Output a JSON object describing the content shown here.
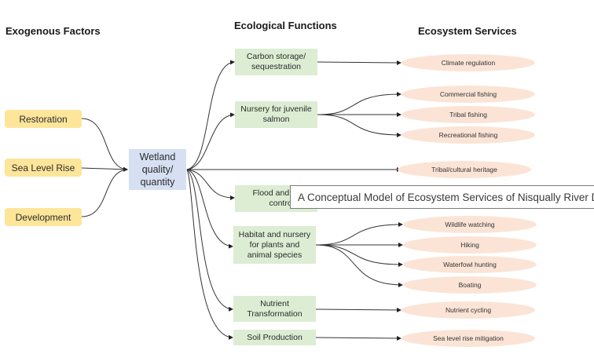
{
  "headers": {
    "exogenous": "Exogenous Factors",
    "ecological": "Ecological Functions",
    "services": "Ecosystem Services"
  },
  "exogenous_factors": [
    "Restoration",
    "Sea Level Rise",
    "Development"
  ],
  "central_node": "Wetland quality/ quantity",
  "ecological_functions": [
    "Carbon storage/ sequestration",
    "Nursery for juvenile salmon",
    "Flood and flood control",
    "Habitat and nursery for plants and animal species",
    "Nutrient Transformation",
    "Soil Production"
  ],
  "ecological_functions_display": {
    "carbon_l1": "Carbon storage/",
    "carbon_l2": "sequestration",
    "nursery_l1": "Nursery for juvenile",
    "nursery_l2": "salmon",
    "flood_l1": "Flood and f",
    "flood_l2": "control",
    "habitat_l1": "Habitat and nursery",
    "habitat_l2": "for plants and",
    "habitat_l3": "animal species",
    "nutrient_l1": "Nutrient",
    "nutrient_l2": "Transformation",
    "soil": "Soil Production"
  },
  "central_display": {
    "l1": "Wetland",
    "l2": "quality/",
    "l3": "quantity"
  },
  "ecosystem_services": [
    "Climate regulation",
    "Commercial fishing",
    "Tribal fishing",
    "Recreational fishing",
    "Tribal/cultural heritage",
    "Wildlife watching",
    "Hiking",
    "Waterfowl hunting",
    "Boating",
    "Nutrient cycling",
    "Sea level rise mitigation"
  ],
  "tooltip": "A Conceptual Model of Ecosystem Services of Nisqually River Delta.",
  "colors": {
    "exogenous": "#fde59a",
    "central": "#d6e0f2",
    "ecological": "#dcedd3",
    "service": "#fbe4d6"
  }
}
